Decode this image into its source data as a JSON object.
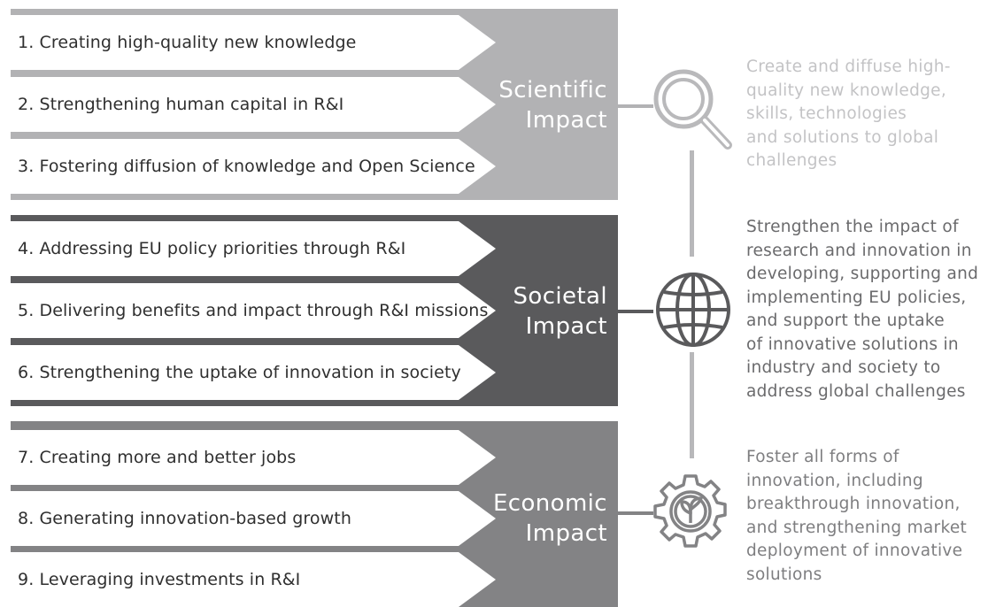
{
  "colors": {
    "scientific": "#b2b2b4",
    "societal": "#5a5a5c",
    "economic": "#838385",
    "desc_scientific": "#c3c3c5",
    "desc_dark": "#6a6a6c",
    "desc_economic": "#7e7e80"
  },
  "groups": [
    {
      "id": "scientific",
      "title_line1": "Scientific",
      "title_line2": "Impact",
      "icon": "magnifier-icon",
      "items": [
        {
          "label": "1. Creating high-quality new knowledge"
        },
        {
          "label": "2. Strengthening human capital in R&I"
        },
        {
          "label": "3. Fostering diffusion of knowledge and Open Science"
        }
      ],
      "description": "Create and diffuse high-\nquality new knowledge,\nskills, technologies\nand solutions to global\nchallenges"
    },
    {
      "id": "societal",
      "title_line1": "Societal",
      "title_line2": "Impact",
      "icon": "globe-icon",
      "items": [
        {
          "label": "4. Addressing EU policy priorities through R&I"
        },
        {
          "label": "5. Delivering benefits and impact through R&I missions"
        },
        {
          "label": "6. Strengthening the uptake of innovation in society"
        }
      ],
      "description": "Strengthen the impact of\nresearch and innovation in\ndeveloping, supporting and\nimplementing EU policies,\nand support the uptake\nof innovative solutions in\nindustry and society to\naddress global challenges"
    },
    {
      "id": "economic",
      "title_line1": "Economic",
      "title_line2": "Impact",
      "icon": "gear-plant-icon",
      "items": [
        {
          "label": "7. Creating more and better jobs"
        },
        {
          "label": "8. Generating innovation-based growth"
        },
        {
          "label": "9. Leveraging investments in R&I"
        }
      ],
      "description": "Foster all forms of\ninnovation, including\nbreakthrough innovation,\nand strengthening market\ndeployment of innovative\nsolutions"
    }
  ]
}
